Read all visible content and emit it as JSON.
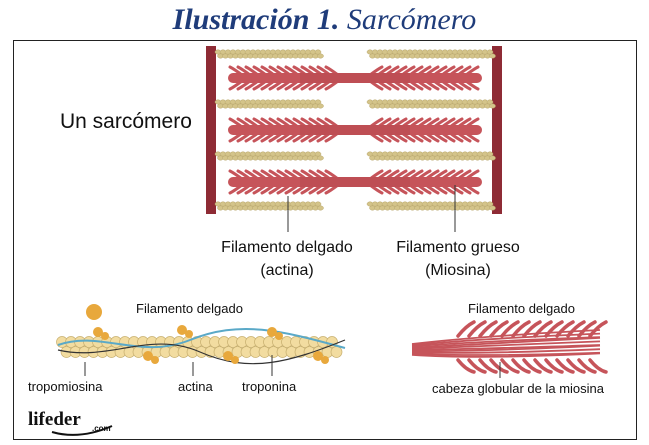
{
  "title": {
    "strong": "Ilustración 1.",
    "rest": "Sarcómero"
  },
  "labels": {
    "sarcomere": "Un sarcómero",
    "thin_line1": "Filamento delgado",
    "thin_line2": "(actina)",
    "thick_line1": "Filamento grueso",
    "thick_line2": "(Miosina)",
    "thin_detail_title": "Filamento delgado",
    "tropomiosina": "tropomiosina",
    "actina": "actina",
    "troponina": "troponina",
    "thick_detail_title": "Filamento delgado",
    "myosin_head": "cabeza globular de la miosina"
  },
  "logo": {
    "brand": "lifeder",
    "suffix": ".com"
  },
  "colors": {
    "title": "#1f3c7a",
    "z_disc": "#8e2b35",
    "myosin": "#c6545a",
    "actin": "#d4c48a",
    "troponin": "#e8a83c",
    "tropomyosin": "#5aa9c8"
  }
}
